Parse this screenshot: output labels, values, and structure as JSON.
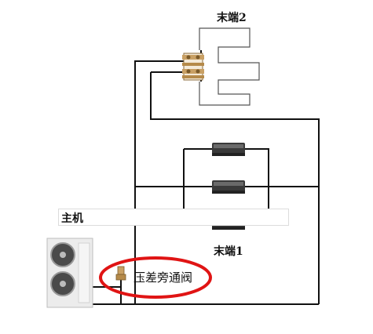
{
  "labels": {
    "terminal2": "末端2",
    "terminal1": "末端1",
    "host": "主机",
    "bypass_valve": "压差旁通阀"
  },
  "colors": {
    "pipe": "#111111",
    "highlight_ellipse": "#e01414",
    "manifold": "#c9a064",
    "fan_coil": "#3a3a3a",
    "outdoor_unit": "#e9e9e9"
  }
}
